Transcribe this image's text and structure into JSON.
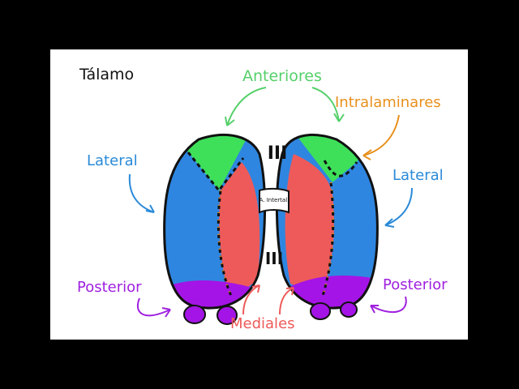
{
  "title": "Tálamo",
  "labels": {
    "anteriores": "Anteriores",
    "intralaminares": "Intralaminares",
    "lateral_left": "Lateral",
    "lateral_right": "Lateral",
    "posterior_left": "Posterior",
    "posterior_right": "Posterior",
    "mediales": "Mediales",
    "ventricle_top": "III",
    "ventricle_bottom": "III",
    "adhesion": "A. Intertal."
  },
  "colors": {
    "anterior": "#3ee05a",
    "lateral": "#2f86e0",
    "medial": "#ee5a5a",
    "posterior": "#a514e6",
    "intralaminar": "#f08c1a",
    "label_green": "#55d06a",
    "label_blue": "#2a8ad8",
    "label_orange": "#e8901c",
    "label_purple": "#a020e0",
    "label_red": "#ee5a5a"
  }
}
